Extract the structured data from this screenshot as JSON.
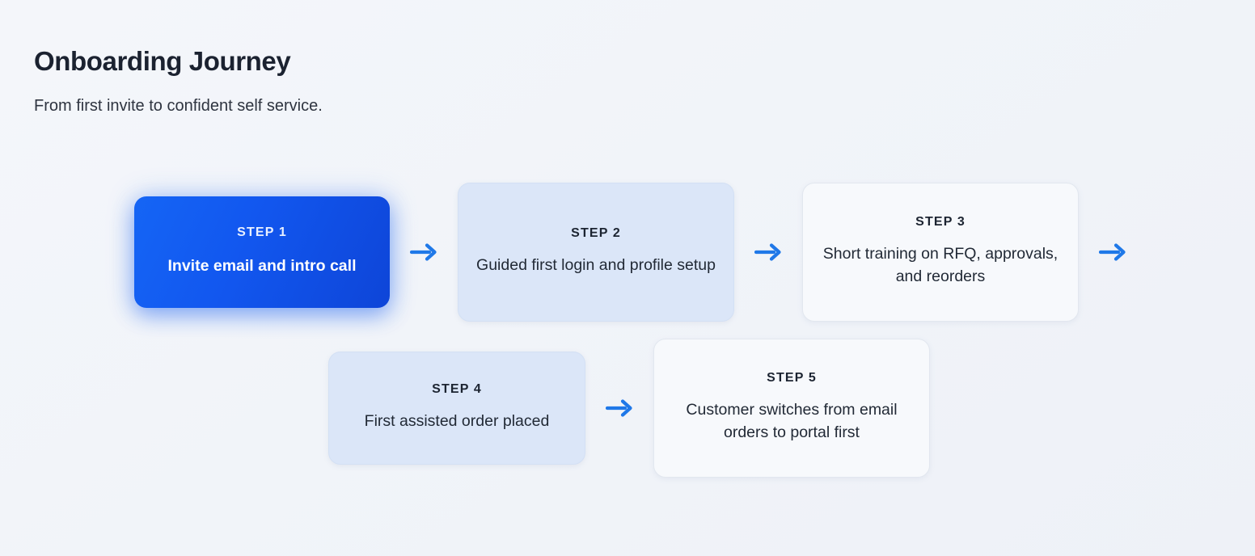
{
  "header": {
    "title": "Onboarding Journey",
    "subtitle": "From first invite to confident self service."
  },
  "colors": {
    "background": "#f1f4f9",
    "active_card_start": "#1565f5",
    "active_card_end": "#0e45d8",
    "filled_card": "#dbe6f8",
    "plain_card": "#f7f9fc",
    "arrow": "#1f78e8",
    "title_text": "#1b2230",
    "body_text": "#222a36"
  },
  "flow": {
    "rows": [
      {
        "steps": [
          {
            "label": "STEP 1",
            "text": "Invite email and intro call",
            "state": "active"
          },
          {
            "label": "STEP 2",
            "text": "Guided first login and profile setup",
            "state": "filled"
          },
          {
            "label": "STEP 3",
            "text": "Short training on RFQ, approvals, and reorders",
            "state": "plain"
          }
        ]
      },
      {
        "steps": [
          {
            "label": "STEP 4",
            "text": "First assisted order placed",
            "state": "filled"
          },
          {
            "label": "STEP 5",
            "text": "Customer switches from email orders to portal first",
            "state": "plain"
          }
        ]
      }
    ],
    "arrow_glyph": "arrow-right"
  }
}
